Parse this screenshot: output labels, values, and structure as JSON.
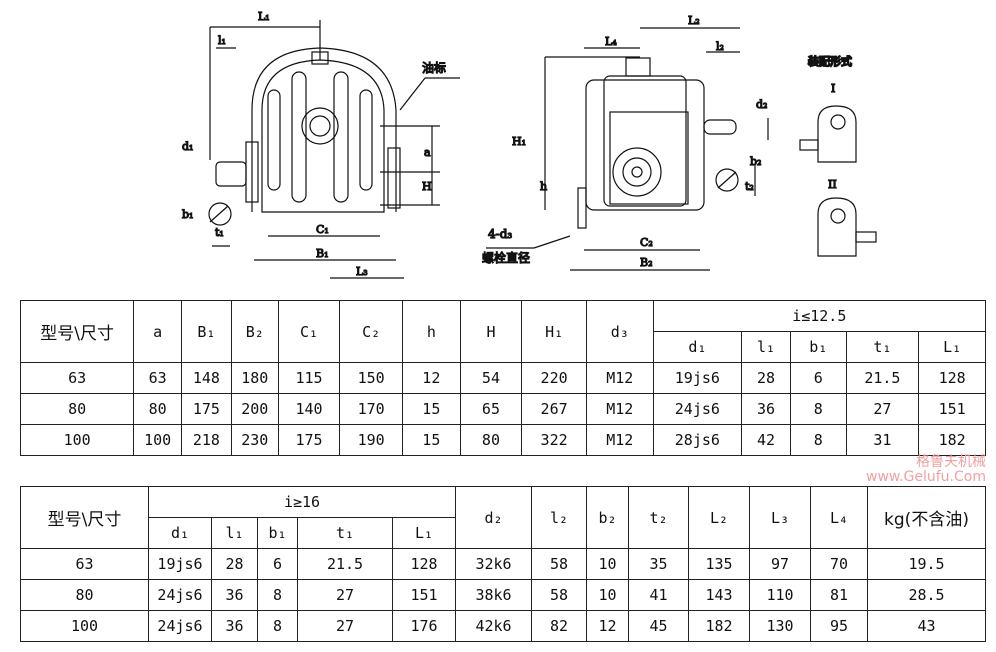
{
  "drawing": {
    "oil_mark": "油标",
    "bolt_label": "4-d₃",
    "bolt_desc": "螺栓直径",
    "assembly_title": "装配形式",
    "form1": "I",
    "form2": "II",
    "dims": {
      "L1": "L₁",
      "l1": "l₁",
      "d1": "d₁",
      "b1": "b₁",
      "t1": "t₁",
      "a": "a",
      "H": "H",
      "C1": "C₁",
      "B1": "B₁",
      "L3": "L₃",
      "L2": "L₂",
      "L4": "L₄",
      "l2": "l₂",
      "d2": "d₂",
      "H1": "H₁",
      "h": "h",
      "b2": "b₂",
      "t2": "t₂",
      "C2": "C₂",
      "B2": "B₂"
    }
  },
  "table1": {
    "header": [
      "型号\\尺寸",
      "a",
      "B₁",
      "B₂",
      "C₁",
      "C₂",
      "h",
      "H",
      "H₁",
      "d₃"
    ],
    "group": "i≤12.5",
    "sub": [
      "d₁",
      "l₁",
      "b₁",
      "t₁",
      "L₁"
    ],
    "rows": [
      [
        "63",
        "63",
        "148",
        "180",
        "115",
        "150",
        "12",
        "54",
        "220",
        "M12",
        "19js6",
        "28",
        "6",
        "21.5",
        "128"
      ],
      [
        "80",
        "80",
        "175",
        "200",
        "140",
        "170",
        "15",
        "65",
        "267",
        "M12",
        "24js6",
        "36",
        "8",
        "27",
        "151"
      ],
      [
        "100",
        "100",
        "218",
        "230",
        "175",
        "190",
        "15",
        "80",
        "322",
        "M12",
        "28js6",
        "42",
        "8",
        "31",
        "182"
      ]
    ]
  },
  "table2": {
    "header0": "型号\\尺寸",
    "group": "i≥16",
    "sub": [
      "d₁",
      "l₁",
      "b₁",
      "t₁",
      "L₁"
    ],
    "header": [
      "d₂",
      "l₂",
      "b₂",
      "t₂",
      "L₂",
      "L₃",
      "L₄",
      "kg(不含油)"
    ],
    "rows": [
      [
        "63",
        "19js6",
        "28",
        "6",
        "21.5",
        "128",
        "32k6",
        "58",
        "10",
        "35",
        "135",
        "97",
        "70",
        "19.5"
      ],
      [
        "80",
        "24js6",
        "36",
        "8",
        "27",
        "151",
        "38k6",
        "58",
        "10",
        "41",
        "143",
        "110",
        "81",
        "28.5"
      ],
      [
        "100",
        "24js6",
        "36",
        "8",
        "27",
        "176",
        "42k6",
        "82",
        "12",
        "45",
        "182",
        "130",
        "95",
        "43"
      ]
    ]
  },
  "watermark": {
    "cn": "格鲁夫机械",
    "url": "www.Gelufu.Com"
  }
}
